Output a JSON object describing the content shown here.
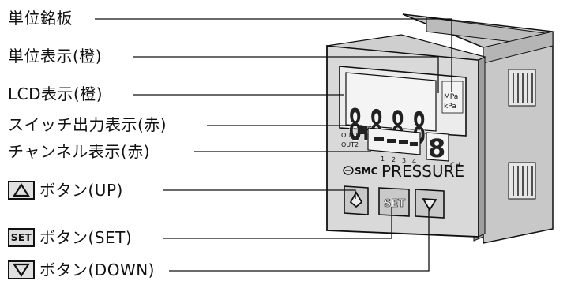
{
  "labels": {
    "unit_plate": "単位銘板",
    "unit_display": "単位表示(橙)",
    "lcd_display": "LCD表示(橙)",
    "switch_output_display": "スイッチ出力表示(赤)",
    "channel_display": "チャンネル表示(赤)",
    "up_button": "ボタン(UP)",
    "set_button": "ボタン(SET)",
    "down_button": "ボタン(DOWN)"
  },
  "device": {
    "lcd_digits": "8.8.8.8.",
    "unit_mpa": "MPa",
    "unit_kpa": "kPa",
    "out1": "OUT1",
    "out2": "OUT2",
    "channel_numbers": [
      "1",
      "2",
      "3",
      "4"
    ],
    "channel_digit": "8",
    "channel_label": "CH",
    "brand": "SMC",
    "product_name": "PRESSURE",
    "set_key": "SET"
  },
  "colors": {
    "panel_gray": "#d9d9d9",
    "body_gray": "#c8c8c8",
    "line": "#111111"
  }
}
